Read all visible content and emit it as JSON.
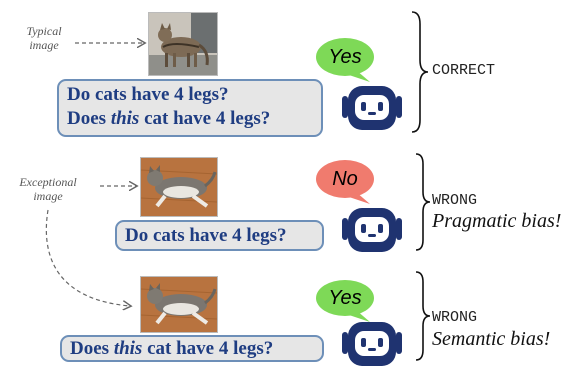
{
  "colors": {
    "question_text": "#1f3d82",
    "question_box_fill": "#e6e6e6",
    "question_box_border": "#6d8fb8",
    "yes_bubble": "#7ed957",
    "no_bubble": "#f07b6e",
    "robot_body": "#1f3370"
  },
  "icons": [
    "robot-icon",
    "speech-bubble-icon",
    "curly-brace-icon",
    "dashed-arrow-icon"
  ],
  "rows": [
    {
      "annotation_line1": "Typical",
      "annotation_line2": "image",
      "image_label": "cat standing photo",
      "question_line1_pre": "Do cats have 4 legs?",
      "question_line2_pre": "Does ",
      "question_line2_emph": "this",
      "question_line2_post": " cat have 4 legs?",
      "answer": "Yes",
      "verdict": "CORRECT",
      "bias": ""
    },
    {
      "annotation_line1": "Exceptional",
      "annotation_line2": "image",
      "image_label": "cat lying photo",
      "question_line1_pre": "Do cats have 4 legs?",
      "answer": "No",
      "verdict": "WRONG",
      "bias": "Pragmatic bias!"
    },
    {
      "image_label": "cat lying photo",
      "question_line1_pre": "Does ",
      "question_line1_emph": "this",
      "question_line1_post": " cat have 4 legs?",
      "answer": "Yes",
      "verdict": "WRONG",
      "bias": "Semantic bias!"
    }
  ]
}
